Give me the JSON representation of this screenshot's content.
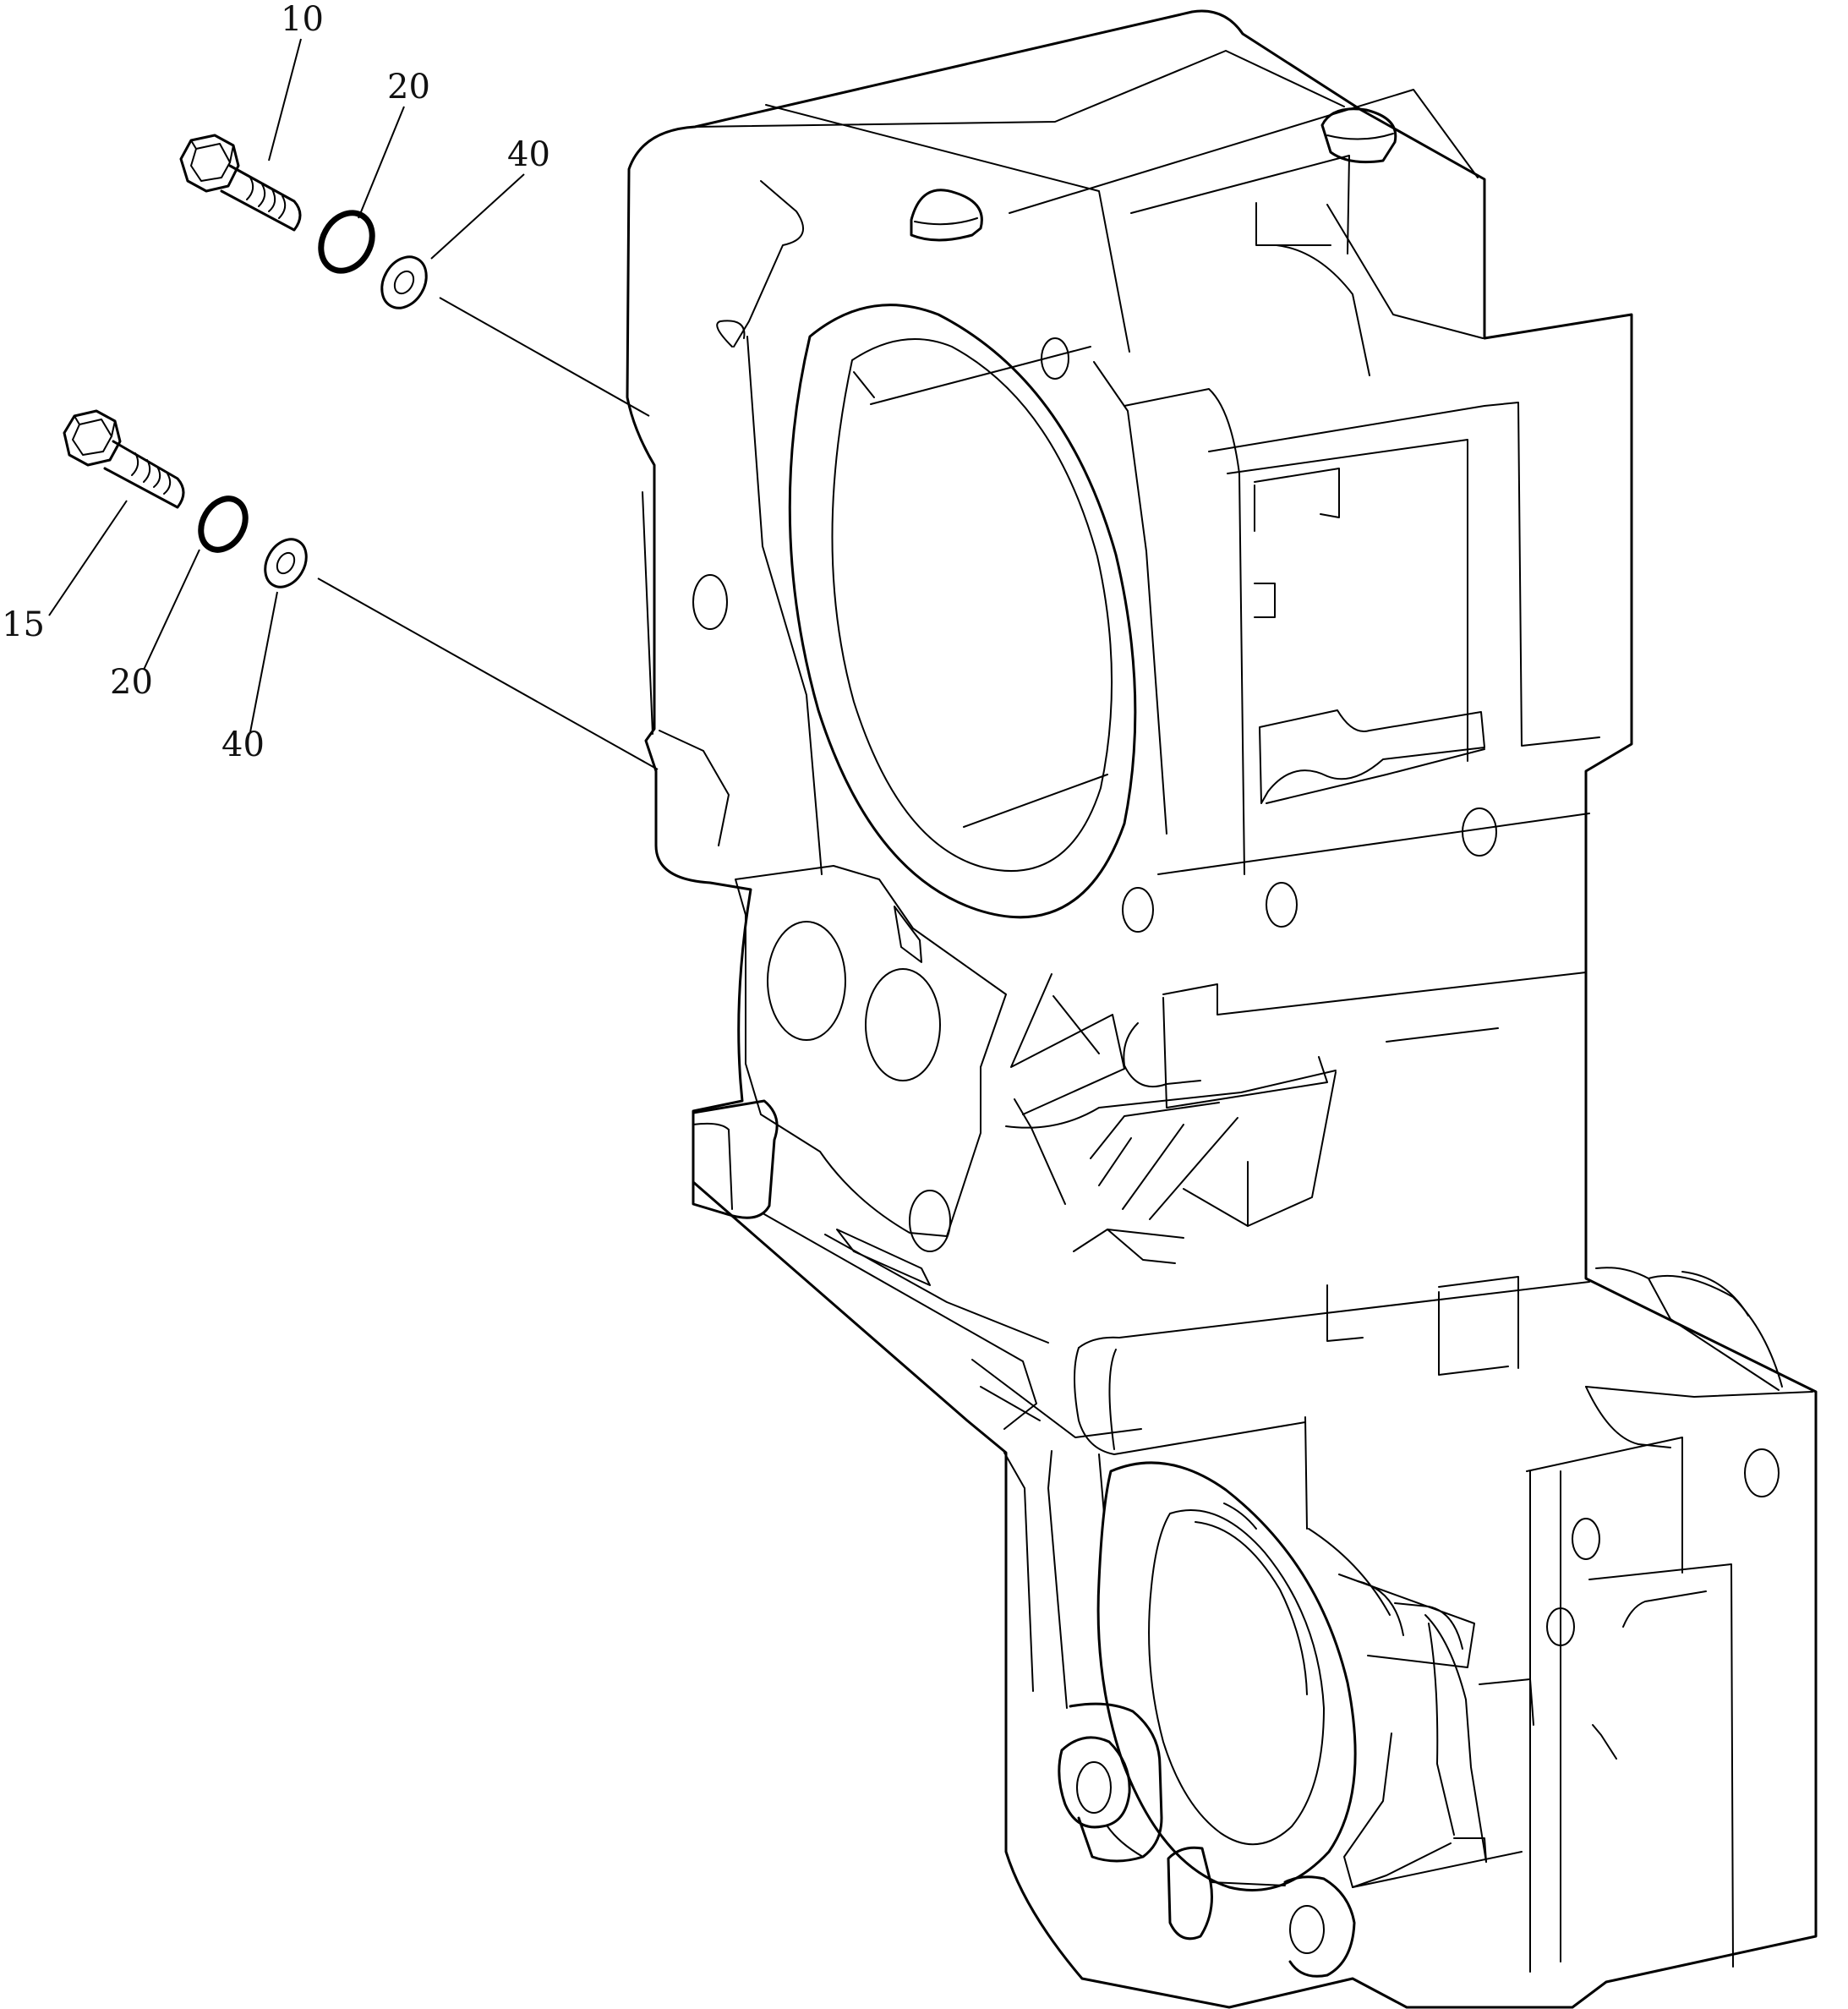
{
  "callouts": [
    {
      "id": "c10a",
      "label": "10",
      "part": "bolt"
    },
    {
      "id": "c20a",
      "label": "20",
      "part": "o-ring"
    },
    {
      "id": "c40a",
      "label": "40",
      "part": "washer"
    },
    {
      "id": "c15",
      "label": "15",
      "part": "bolt"
    },
    {
      "id": "c20b",
      "label": "20",
      "part": "o-ring"
    },
    {
      "id": "c40b",
      "label": "40",
      "part": "washer"
    }
  ],
  "colors": {
    "ink": "#000000",
    "paper": "#ffffff"
  }
}
